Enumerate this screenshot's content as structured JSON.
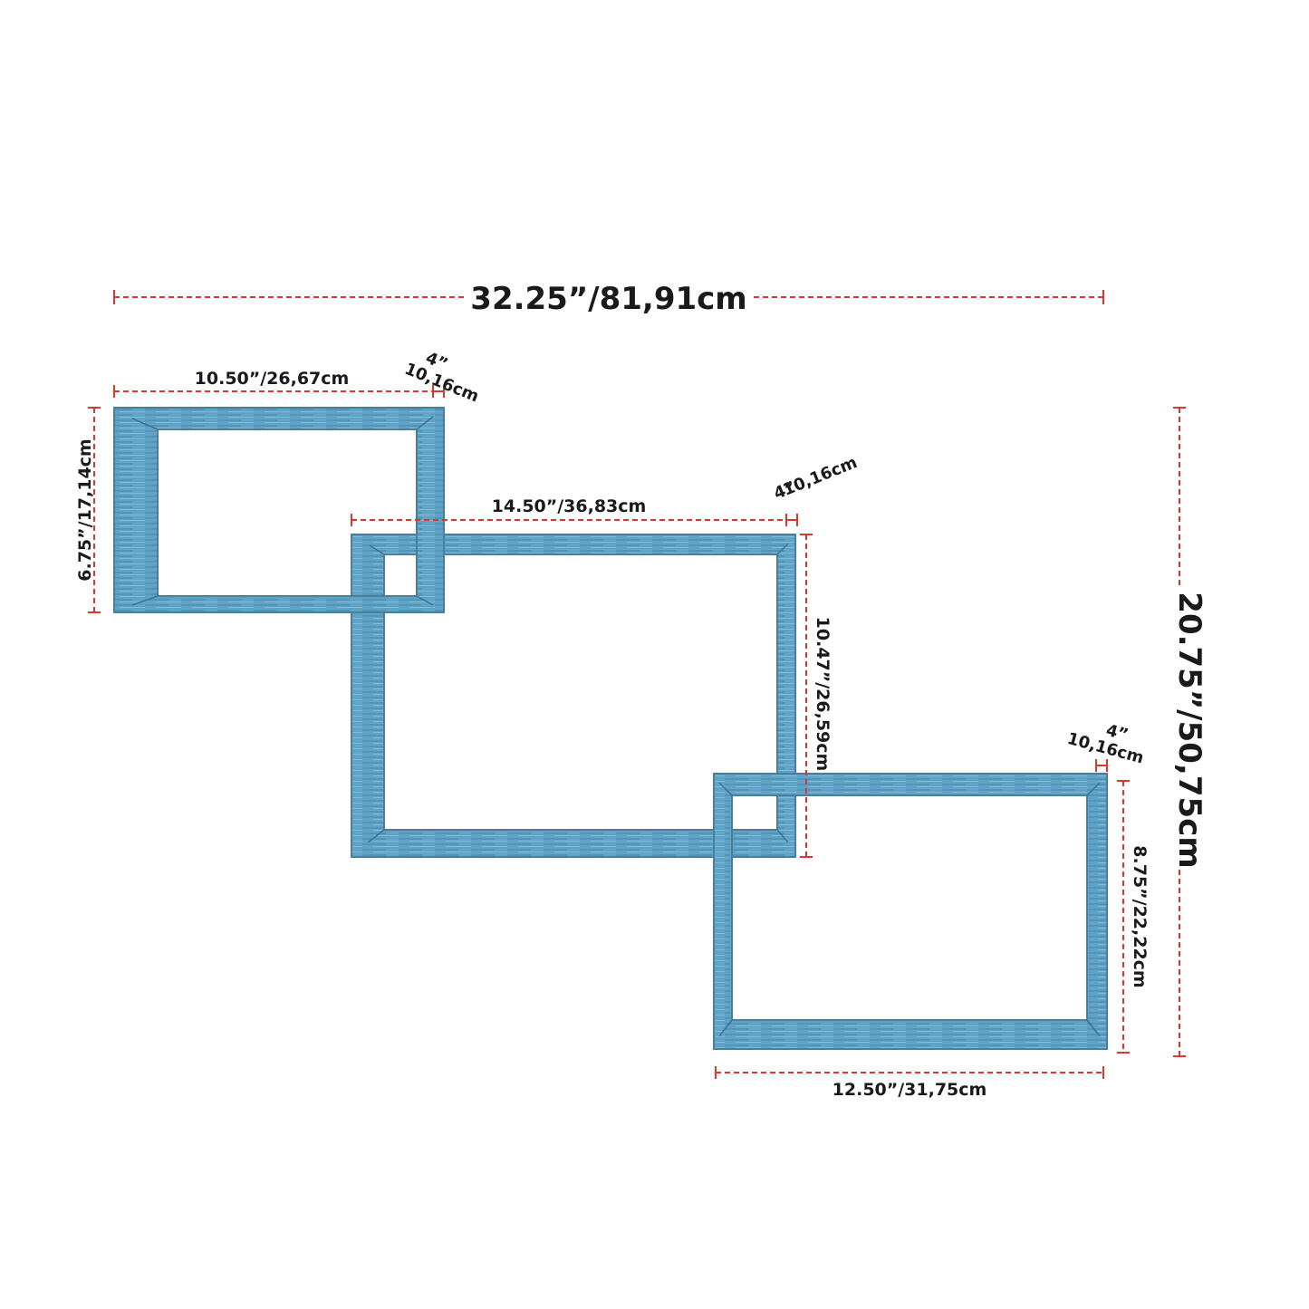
{
  "dimensions": {
    "total_width": "32.25”/81,91cm",
    "total_height": "20.75”/50,75cm",
    "shelf_top_left": {
      "width": "10.50”/26,67cm",
      "height": "6.75”/17,14cm",
      "depth_in": "4”",
      "depth_cm": "10,16cm"
    },
    "shelf_middle": {
      "width": "14.50”/36,83cm",
      "height": "10.47”/26,59cm",
      "depth_in": "4”",
      "depth_cm": "10,16cm"
    },
    "shelf_bottom_right": {
      "width": "12.50”/31,75cm",
      "height": "8.75”/22,22cm",
      "depth_in": "4”",
      "depth_cm": "10,16cm"
    }
  },
  "colors": {
    "frame": "#5f9fc0",
    "frame_dark": "#4a7f9c",
    "frame_inner": "#6fb2d1",
    "dim_line": "#d9382f",
    "text": "#1a1a1a"
  }
}
